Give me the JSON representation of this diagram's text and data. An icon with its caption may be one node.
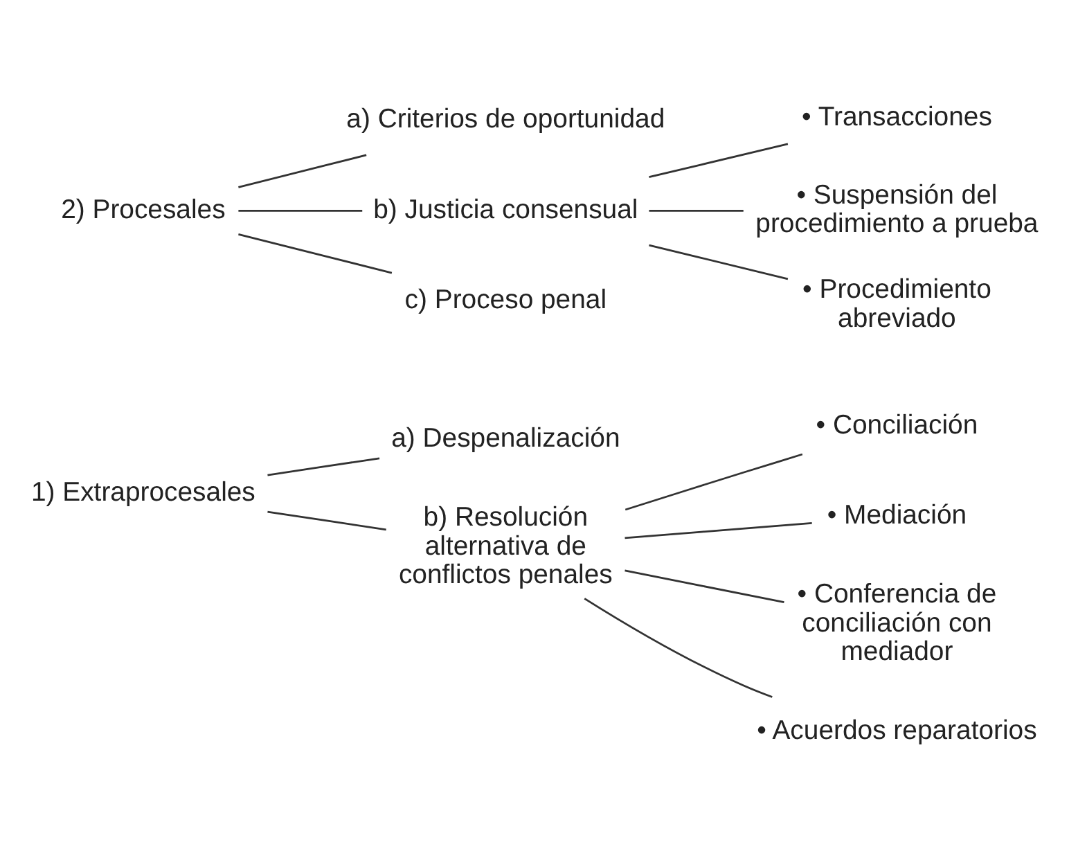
{
  "diagram": {
    "nodes": [
      {
        "text": [
          "1) Extraprocesales"
        ]
      },
      {
        "text": [
          "a) Despenalización"
        ]
      },
      {
        "text": [
          "b) Resolución alternativa de conflictos penales"
        ]
      },
      {
        "text": [
          "• Conciliación"
        ]
      },
      {
        "text": [
          "• Mediación"
        ]
      },
      {
        "text": [
          "• Conferencia de conciliación con mediador"
        ]
      },
      {
        "text": [
          "• Acuerdos reparatorios"
        ]
      },
      {
        "text": [
          "2) Procesales"
        ]
      },
      {
        "text": [
          "a) Criterios de oportunidad"
        ]
      },
      {
        "text": [
          "b) Justicia consensual"
        ]
      },
      {
        "text": [
          "c) Proceso penal"
        ]
      },
      {
        "text": [
          "• Transacciones"
        ]
      },
      {
        "text": [
          "• Suspensión del procedimiento a prueba"
        ]
      },
      {
        "text": [
          "• Procedimiento abreviado"
        ]
      }
    ],
    "edges": [
      {
        "from": 0,
        "to": 1,
        "arrow": "none"
      },
      {
        "from": 0,
        "to": 2,
        "arrow": "none"
      },
      {
        "from": 2,
        "to": 3,
        "arrow": "none"
      },
      {
        "from": 2,
        "to": 4,
        "arrow": "none"
      },
      {
        "from": 2,
        "to": 5,
        "arrow": "none"
      },
      {
        "from": 2,
        "to": 6,
        "arrow": "none"
      },
      {
        "from": 7,
        "to": 8,
        "arrow": "none"
      },
      {
        "from": 7,
        "to": 9,
        "arrow": "none"
      },
      {
        "from": 7,
        "to": 10,
        "arrow": "none"
      },
      {
        "from": 9,
        "to": 11,
        "arrow": "none"
      },
      {
        "from": 9,
        "to": 12,
        "arrow": "none"
      },
      {
        "from": 9,
        "to": 13,
        "arrow": "none"
      }
    ]
  }
}
